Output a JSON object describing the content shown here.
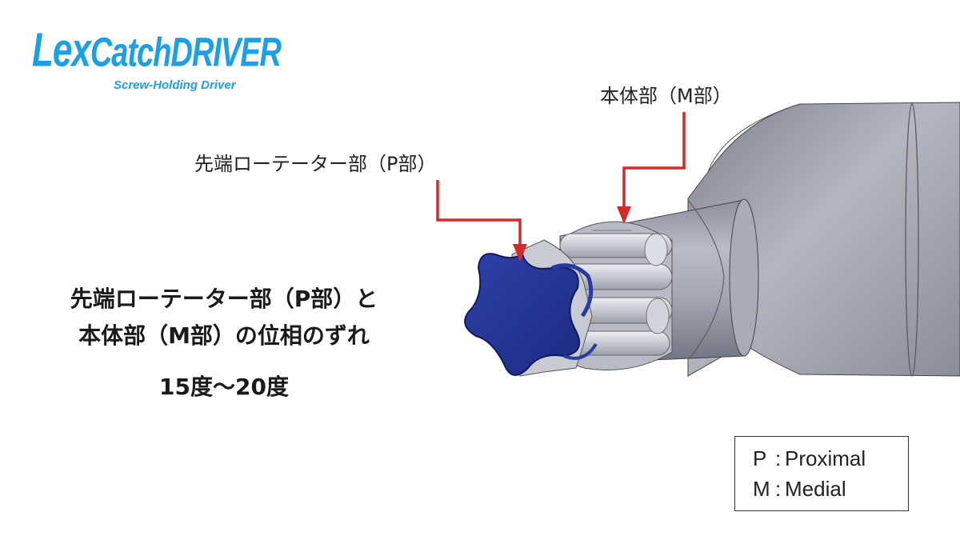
{
  "logo": {
    "lex": "Lex",
    "catch_driver": "CatchDRIVER",
    "subtitle": "Screw-Holding Driver"
  },
  "callouts": {
    "m_part": "本体部（M部）",
    "p_part": "先端ローテーター部（P部）"
  },
  "main_text": {
    "line1": "先端ローテーター部（P部）と",
    "line2": "本体部（M部）の位相のずれ",
    "angle": "15度〜20度"
  },
  "legend": {
    "rows": [
      {
        "key": "P",
        "sep": ":",
        "value": "Proximal"
      },
      {
        "key": "M",
        "sep": ":",
        "value": "Medial"
      }
    ]
  },
  "colors": {
    "logo_blue": "#1aa0e6",
    "arrow_red": "#d62a2a",
    "tip_blue": "#27379a",
    "body_gray": "#9ea1ad"
  }
}
